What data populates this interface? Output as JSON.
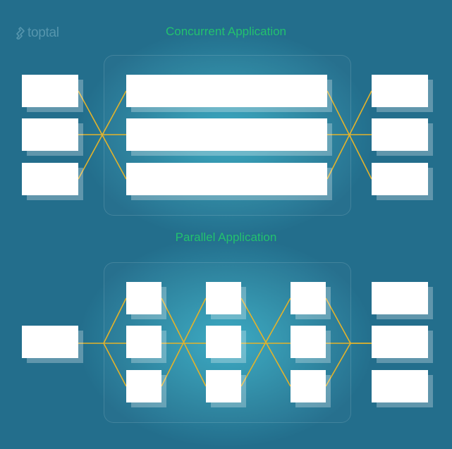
{
  "brand": {
    "name": "toptal",
    "icon": "toptal-logo-icon"
  },
  "concurrent": {
    "title": "Concurrent Application"
  },
  "parallel": {
    "title": "Parallel Application"
  },
  "colors": {
    "background": "#236e8c",
    "title": "#23c26f",
    "connector": "#e3b32b",
    "box": "#ffffff"
  }
}
